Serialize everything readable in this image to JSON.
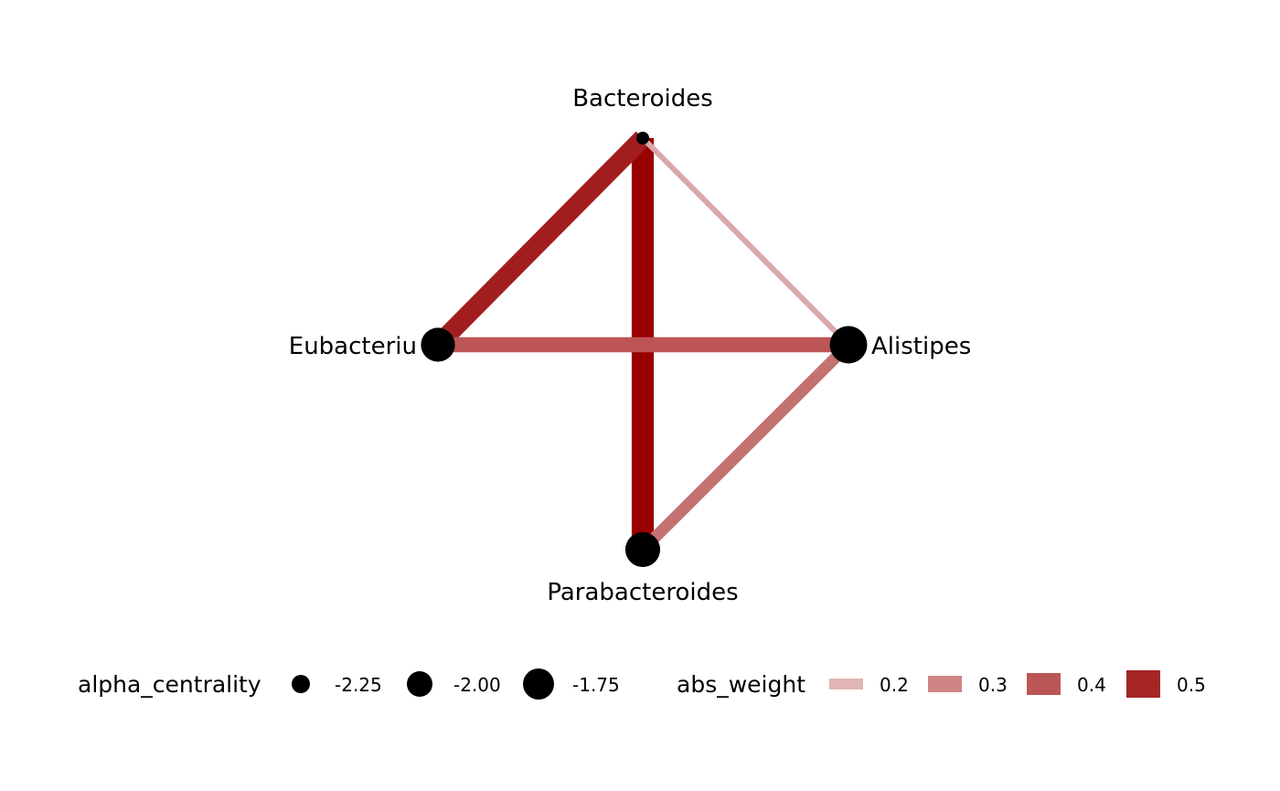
{
  "nodes": [
    {
      "id": "bacteroides",
      "label": "Bacteroides",
      "alpha_centrality": -2.3
    },
    {
      "id": "eubacterium",
      "label": "Eubacteriu",
      "alpha_centrality": -1.8
    },
    {
      "id": "alistipes",
      "label": "Alistipes",
      "alpha_centrality": -1.72
    },
    {
      "id": "parabacteroides",
      "label": "Parabacteroides",
      "alpha_centrality": -1.78
    }
  ],
  "edges": [
    {
      "from": "bacteroides",
      "to": "parabacteroides",
      "abs_weight": 0.55,
      "color": "#990000"
    },
    {
      "from": "bacteroides",
      "to": "eubacterium",
      "abs_weight": 0.48,
      "color": "#a21e1e"
    },
    {
      "from": "eubacterium",
      "to": "alistipes",
      "abs_weight": 0.4,
      "color": "#bd5555"
    },
    {
      "from": "alistipes",
      "to": "parabacteroides",
      "abs_weight": 0.33,
      "color": "#c47171"
    },
    {
      "from": "bacteroides",
      "to": "alistipes",
      "abs_weight": 0.2,
      "color": "#d9a9a9"
    }
  ],
  "legend": {
    "size_title": "alpha_centrality",
    "size_items": [
      {
        "label": "-2.25",
        "value": -2.25
      },
      {
        "label": "-2.00",
        "value": -2.0
      },
      {
        "label": "-1.75",
        "value": -1.75
      }
    ],
    "width_title": "abs_weight",
    "width_items": [
      {
        "label": "0.2",
        "value": 0.2,
        "color": "#e0b4b4"
      },
      {
        "label": "0.3",
        "value": 0.3,
        "color": "#d08585"
      },
      {
        "label": "0.4",
        "value": 0.4,
        "color": "#bb5656"
      },
      {
        "label": "0.5",
        "value": 0.5,
        "color": "#a62626"
      }
    ]
  }
}
